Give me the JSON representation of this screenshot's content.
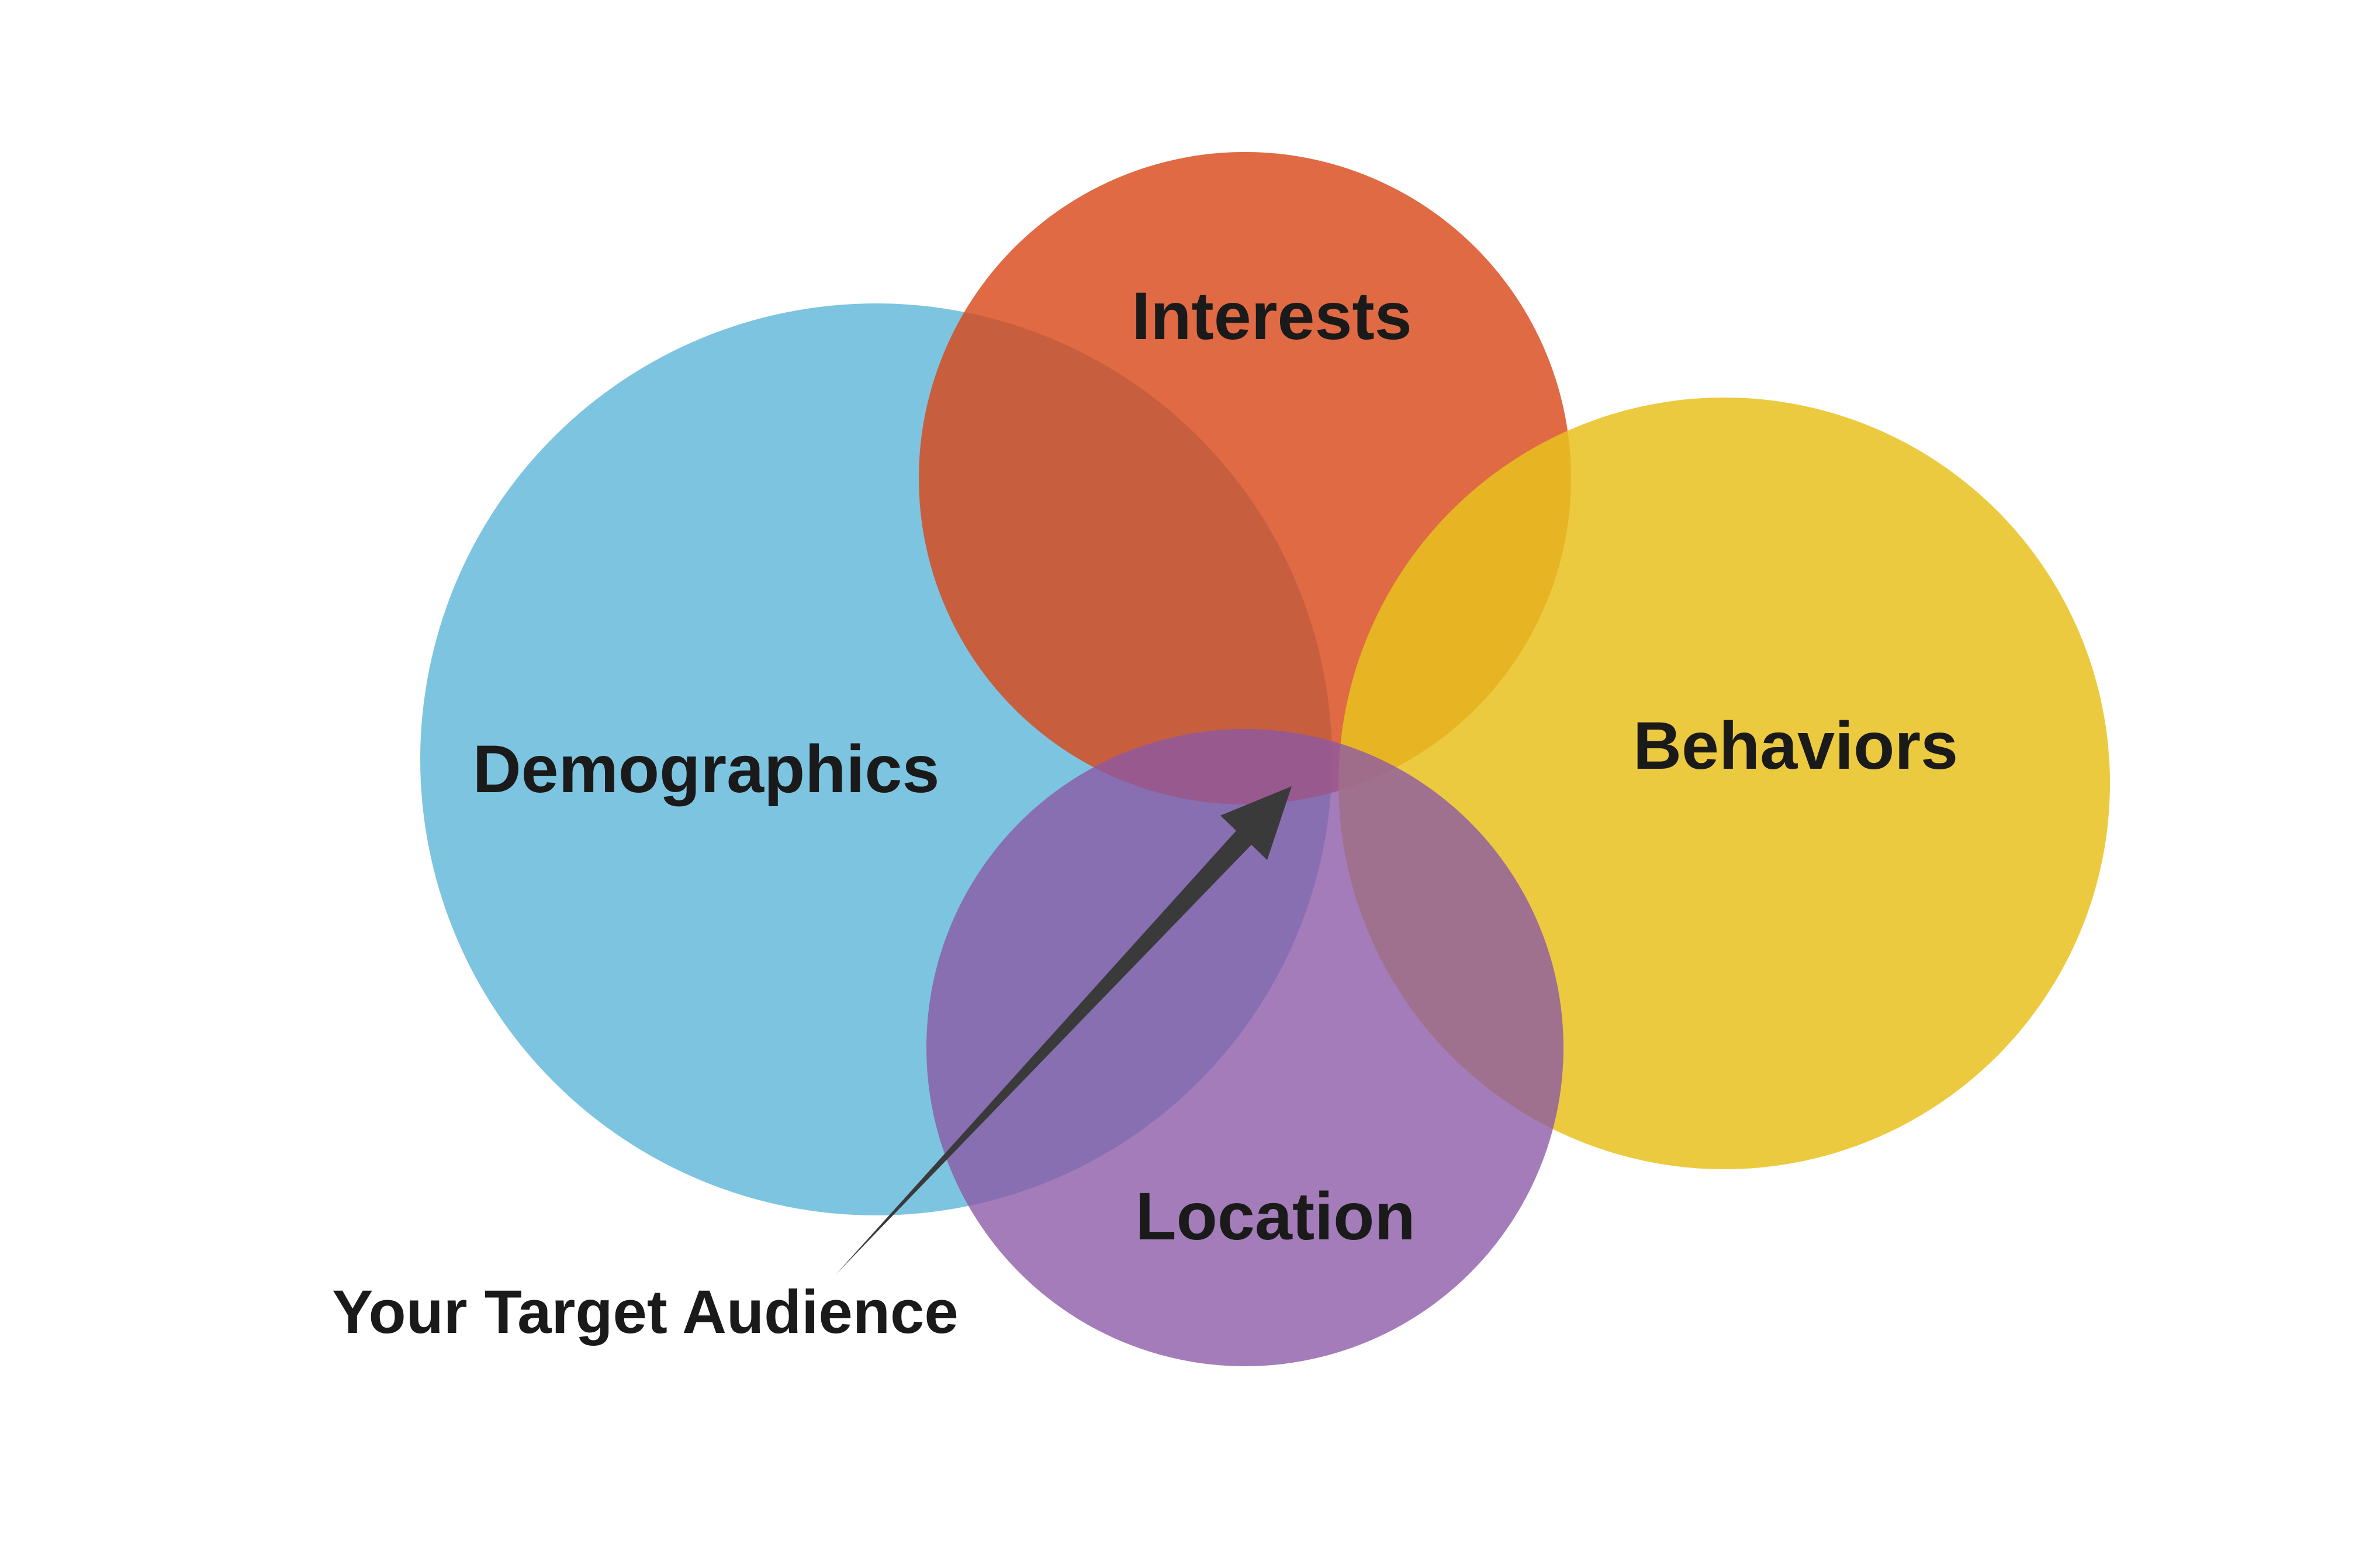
{
  "diagram": {
    "type": "venn",
    "background": "#FFFFFF",
    "label_color": "#1A1A1A",
    "circles": [
      {
        "id": "demographics",
        "label": "Demographics",
        "color": "#7DC4E0"
      },
      {
        "id": "interests",
        "label": "Interests",
        "color": "#D8491B"
      },
      {
        "id": "behaviors",
        "label": "Behaviors",
        "color": "#E9C11F"
      },
      {
        "id": "location",
        "label": "Location",
        "color": "#8A57A5"
      }
    ],
    "annotation": {
      "label": "Your Target Audience",
      "arrow_color": "#3A3A3A",
      "points_to": "center-intersection"
    }
  }
}
